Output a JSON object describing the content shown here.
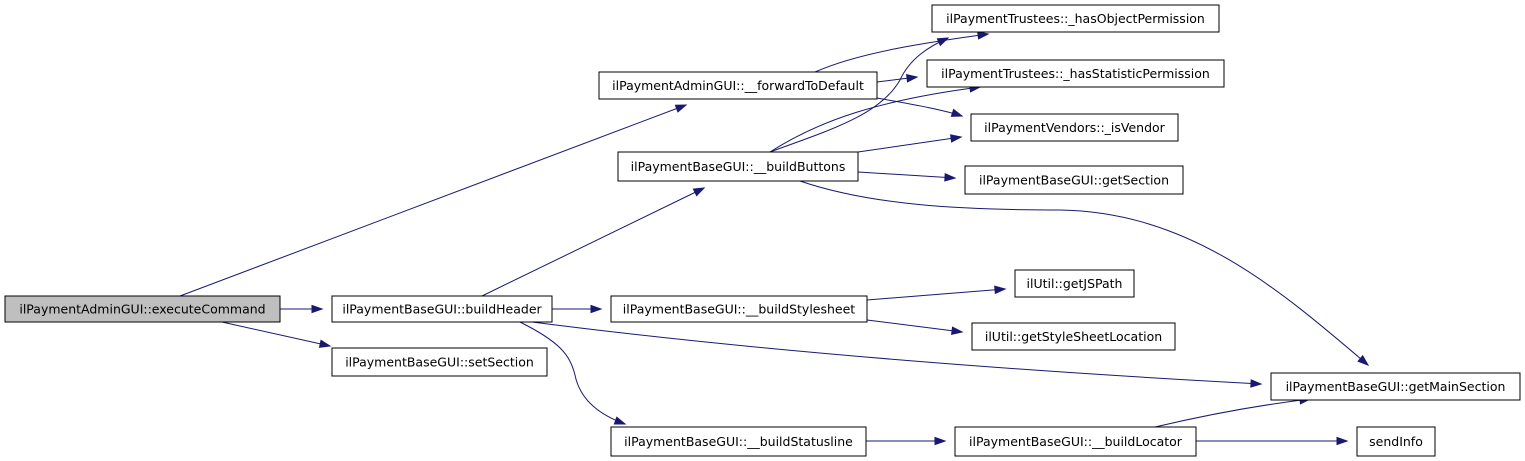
{
  "graph": {
    "nodes": [
      {
        "id": "n_exec",
        "label": "ilPaymentAdminGUI::executeCommand",
        "root": true
      },
      {
        "id": "n_fwd",
        "label": "ilPaymentAdminGUI::__forwardToDefault"
      },
      {
        "id": "n_hdr",
        "label": "ilPaymentBaseGUI::buildHeader"
      },
      {
        "id": "n_setsec",
        "label": "ilPaymentBaseGUI::setSection"
      },
      {
        "id": "n_btn",
        "label": "ilPaymentBaseGUI::__buildButtons"
      },
      {
        "id": "n_sty",
        "label": "ilPaymentBaseGUI::__buildStylesheet"
      },
      {
        "id": "n_stat",
        "label": "ilPaymentBaseGUI::__buildStatusline"
      },
      {
        "id": "n_hop",
        "label": "ilPaymentTrustees::_hasObjectPermission"
      },
      {
        "id": "n_hsp",
        "label": "ilPaymentTrustees::_hasStatisticPermission"
      },
      {
        "id": "n_isv",
        "label": "ilPaymentVendors::_isVendor"
      },
      {
        "id": "n_getsec",
        "label": "ilPaymentBaseGUI::getSection"
      },
      {
        "id": "n_js",
        "label": "ilUtil::getJSPath"
      },
      {
        "id": "n_ssl",
        "label": "ilUtil::getStyleSheetLocation"
      },
      {
        "id": "n_main",
        "label": "ilPaymentBaseGUI::getMainSection"
      },
      {
        "id": "n_loc",
        "label": "ilPaymentBaseGUI::__buildLocator"
      },
      {
        "id": "n_send",
        "label": "sendInfo"
      }
    ],
    "edges": [
      {
        "from": "n_exec",
        "to": "n_fwd"
      },
      {
        "from": "n_exec",
        "to": "n_hdr"
      },
      {
        "from": "n_exec",
        "to": "n_setsec"
      },
      {
        "from": "n_fwd",
        "to": "n_hop"
      },
      {
        "from": "n_fwd",
        "to": "n_hsp"
      },
      {
        "from": "n_fwd",
        "to": "n_isv"
      },
      {
        "from": "n_hdr",
        "to": "n_btn"
      },
      {
        "from": "n_hdr",
        "to": "n_sty"
      },
      {
        "from": "n_hdr",
        "to": "n_stat"
      },
      {
        "from": "n_hdr",
        "to": "n_main"
      },
      {
        "from": "n_btn",
        "to": "n_hop"
      },
      {
        "from": "n_btn",
        "to": "n_hsp"
      },
      {
        "from": "n_btn",
        "to": "n_isv"
      },
      {
        "from": "n_btn",
        "to": "n_getsec"
      },
      {
        "from": "n_btn",
        "to": "n_main"
      },
      {
        "from": "n_sty",
        "to": "n_js"
      },
      {
        "from": "n_sty",
        "to": "n_ssl"
      },
      {
        "from": "n_stat",
        "to": "n_loc"
      },
      {
        "from": "n_loc",
        "to": "n_main"
      },
      {
        "from": "n_loc",
        "to": "n_send"
      }
    ]
  }
}
